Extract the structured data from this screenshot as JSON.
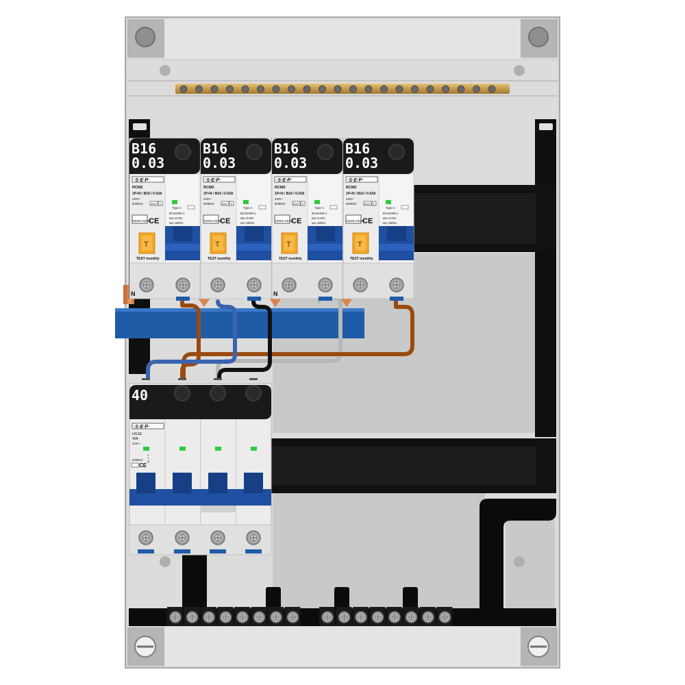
{
  "rcbos": [
    {
      "rating": "B16",
      "sensitivity": "0.03",
      "brand": "·S·E·P·",
      "model": "RCM2",
      "spec": "1P+N / B16 / 0.03A",
      "voltage": "240V~",
      "freq": "50/60Hz",
      "rating_box": "6000",
      "class_box": "3",
      "type": "Type A",
      "standard": "IEC61009-1",
      "idn": "IΔn=0.03A",
      "inc": "IΔc=3000A",
      "cert": "KEMA KEUR",
      "ce": "CE",
      "test_btn": "T",
      "test_text": "TEST monthly",
      "neutral": "N"
    },
    {
      "rating": "B16",
      "sensitivity": "0.03",
      "brand": "·S·E·P·",
      "model": "RCM2",
      "spec": "1P+N / B16 / 0.03A",
      "voltage": "240V~",
      "freq": "50/60Hz",
      "rating_box": "6000",
      "class_box": "3",
      "type": "Type A",
      "standard": "IEC61009-1",
      "idn": "IΔn=0.03A",
      "inc": "IΔc=3000A",
      "cert": "KEMA KEUR",
      "ce": "CE",
      "test_btn": "T",
      "test_text": "TEST monthly",
      "neutral": ""
    },
    {
      "rating": "B16",
      "sensitivity": "0.03",
      "brand": "·S·E·P·",
      "model": "RCM2",
      "spec": "1P+N / B16 / 0.03A",
      "voltage": "240V~",
      "freq": "50/60Hz",
      "rating_box": "6000",
      "class_box": "3",
      "type": "Type A",
      "standard": "IEC61009-1",
      "idn": "IΔn=0.03A",
      "inc": "IΔc=3000A",
      "cert": "KEMA KEUR",
      "ce": "CE",
      "test_btn": "T",
      "test_text": "TEST monthly",
      "neutral": "N"
    },
    {
      "rating": "B16",
      "sensitivity": "0.03",
      "brand": "·S·E·P·",
      "model": "RCM2",
      "spec": "1P+N / B16 / 0.03A",
      "voltage": "240V~",
      "freq": "50/60Hz",
      "rating_box": "6000",
      "class_box": "3",
      "type": "Type A",
      "standard": "IEC61009-1",
      "idn": "IΔn=0.03A",
      "inc": "IΔc=3000A",
      "cert": "KEMA KEUR",
      "ce": "CE",
      "test_btn": "T",
      "test_text": "TEST monthly",
      "neutral": ""
    }
  ],
  "main_switch": {
    "rating": "40",
    "brand": "·S·E·P·",
    "model": "HS1E",
    "current": "40A",
    "voltage": "415V~",
    "freq": "50/60Hz",
    "ce": "CE",
    "onoff": "I — O"
  },
  "colors": {
    "enclosure": "#d9d9d9",
    "backplate": "#c8c8c8",
    "din_rail": "#0b0b0b",
    "busbar": "#1f5ca8",
    "brown_wire": "#9a4b10",
    "blue_wire": "#3a63b0",
    "black_wire": "#111111",
    "grey_wire": "#b8b8b8",
    "copper": "#d9844a",
    "test_button": "#f5a623",
    "toggle": "#1f4fa0",
    "indicator": "#2ecc40",
    "brass": "#cba45a"
  }
}
